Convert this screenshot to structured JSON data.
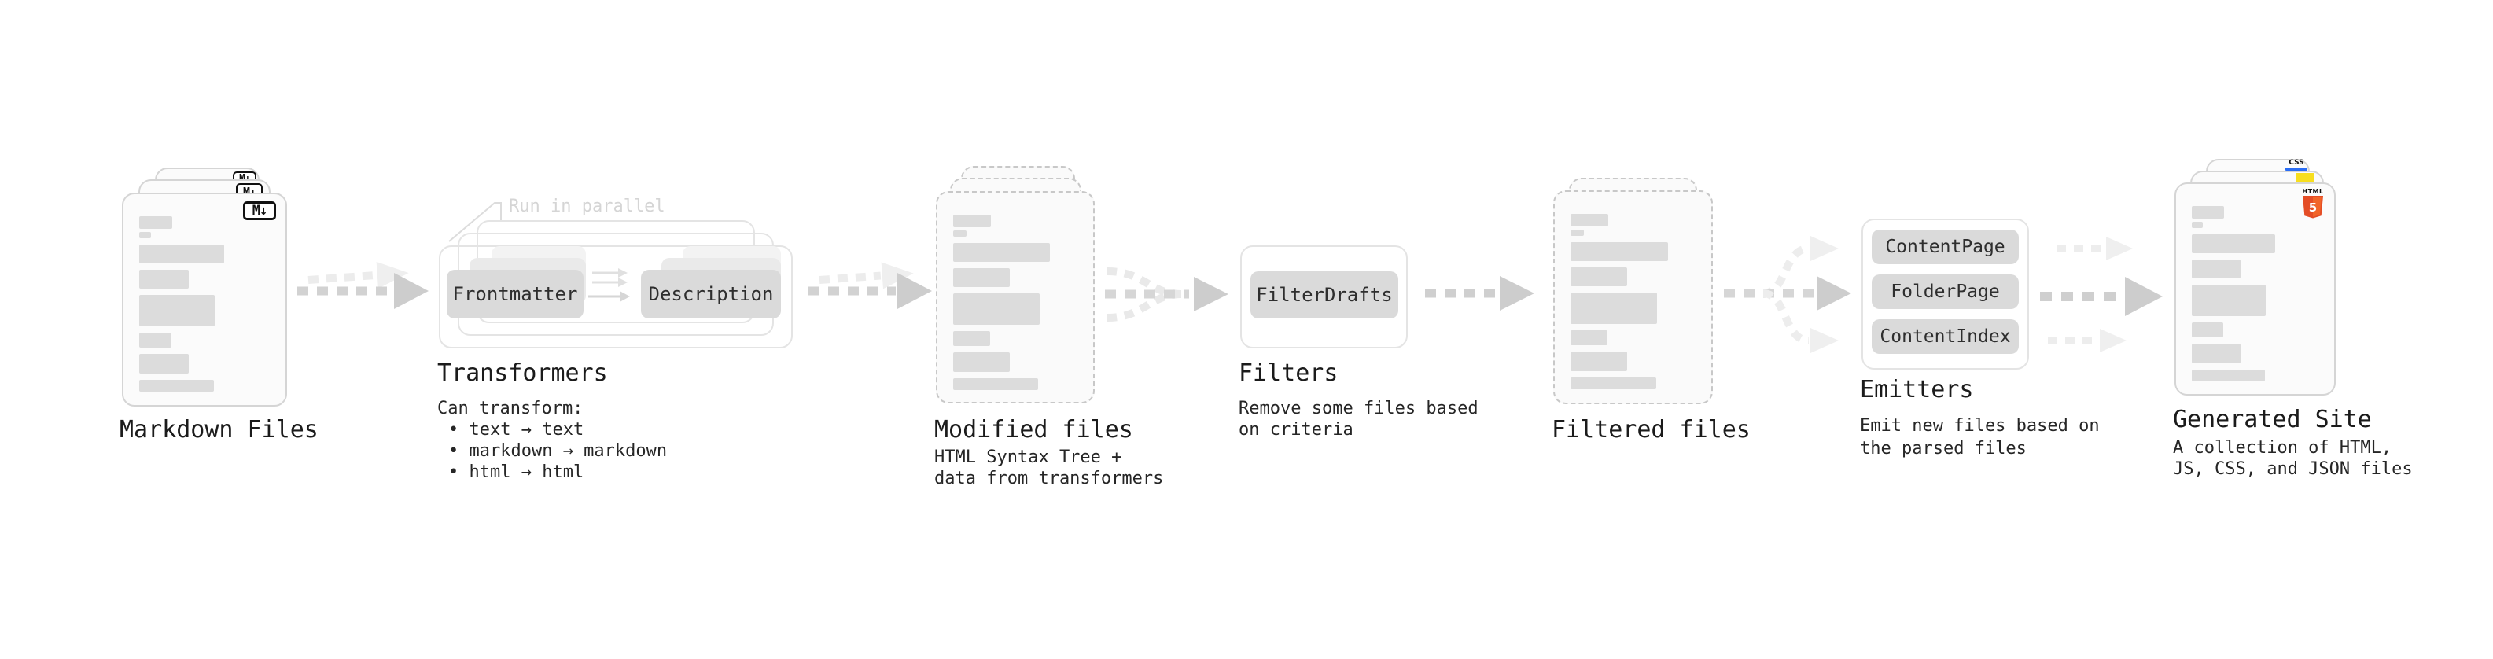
{
  "markdown_files": {
    "label": "Markdown Files",
    "badge": "M↓"
  },
  "transformers": {
    "annotation": "Run in parallel",
    "from_node": "Frontmatter",
    "to_node": "Description",
    "title": "Transformers",
    "body_heading": "Can transform:",
    "bullets": [
      "• text → text",
      "• markdown → markdown",
      "• html → html"
    ]
  },
  "modified_files": {
    "label": "Modified files",
    "description": [
      "HTML Syntax Tree +",
      "data from transformers"
    ]
  },
  "filters": {
    "title": "Filters",
    "node": "FilterDrafts",
    "description": [
      "Remove some files based",
      "on criteria"
    ]
  },
  "filtered_files": {
    "label": "Filtered files"
  },
  "emitters": {
    "title": "Emitters",
    "nodes": [
      "ContentPage",
      "FolderPage",
      "ContentIndex"
    ],
    "description": [
      "Emit new files based on",
      "the parsed files"
    ]
  },
  "generated_site": {
    "label": "Generated Site",
    "description": [
      "A collection of HTML,",
      "JS, CSS, and JSON files"
    ],
    "badges": {
      "html_label": "HTML",
      "html_number": "5",
      "css_label": "CSS"
    }
  },
  "colors": {
    "html5_orange": "#e44d26",
    "html5_orange_light": "#f16529",
    "js_yellow": "#f7de1e",
    "css_blue": "#2a6df4",
    "node_fill": "#dadada",
    "arrow_gray": "#cdcdcd",
    "arrow_light": "#ededed",
    "card_border": "#d5d5d5",
    "dashed_border": "#c8c8c8"
  }
}
